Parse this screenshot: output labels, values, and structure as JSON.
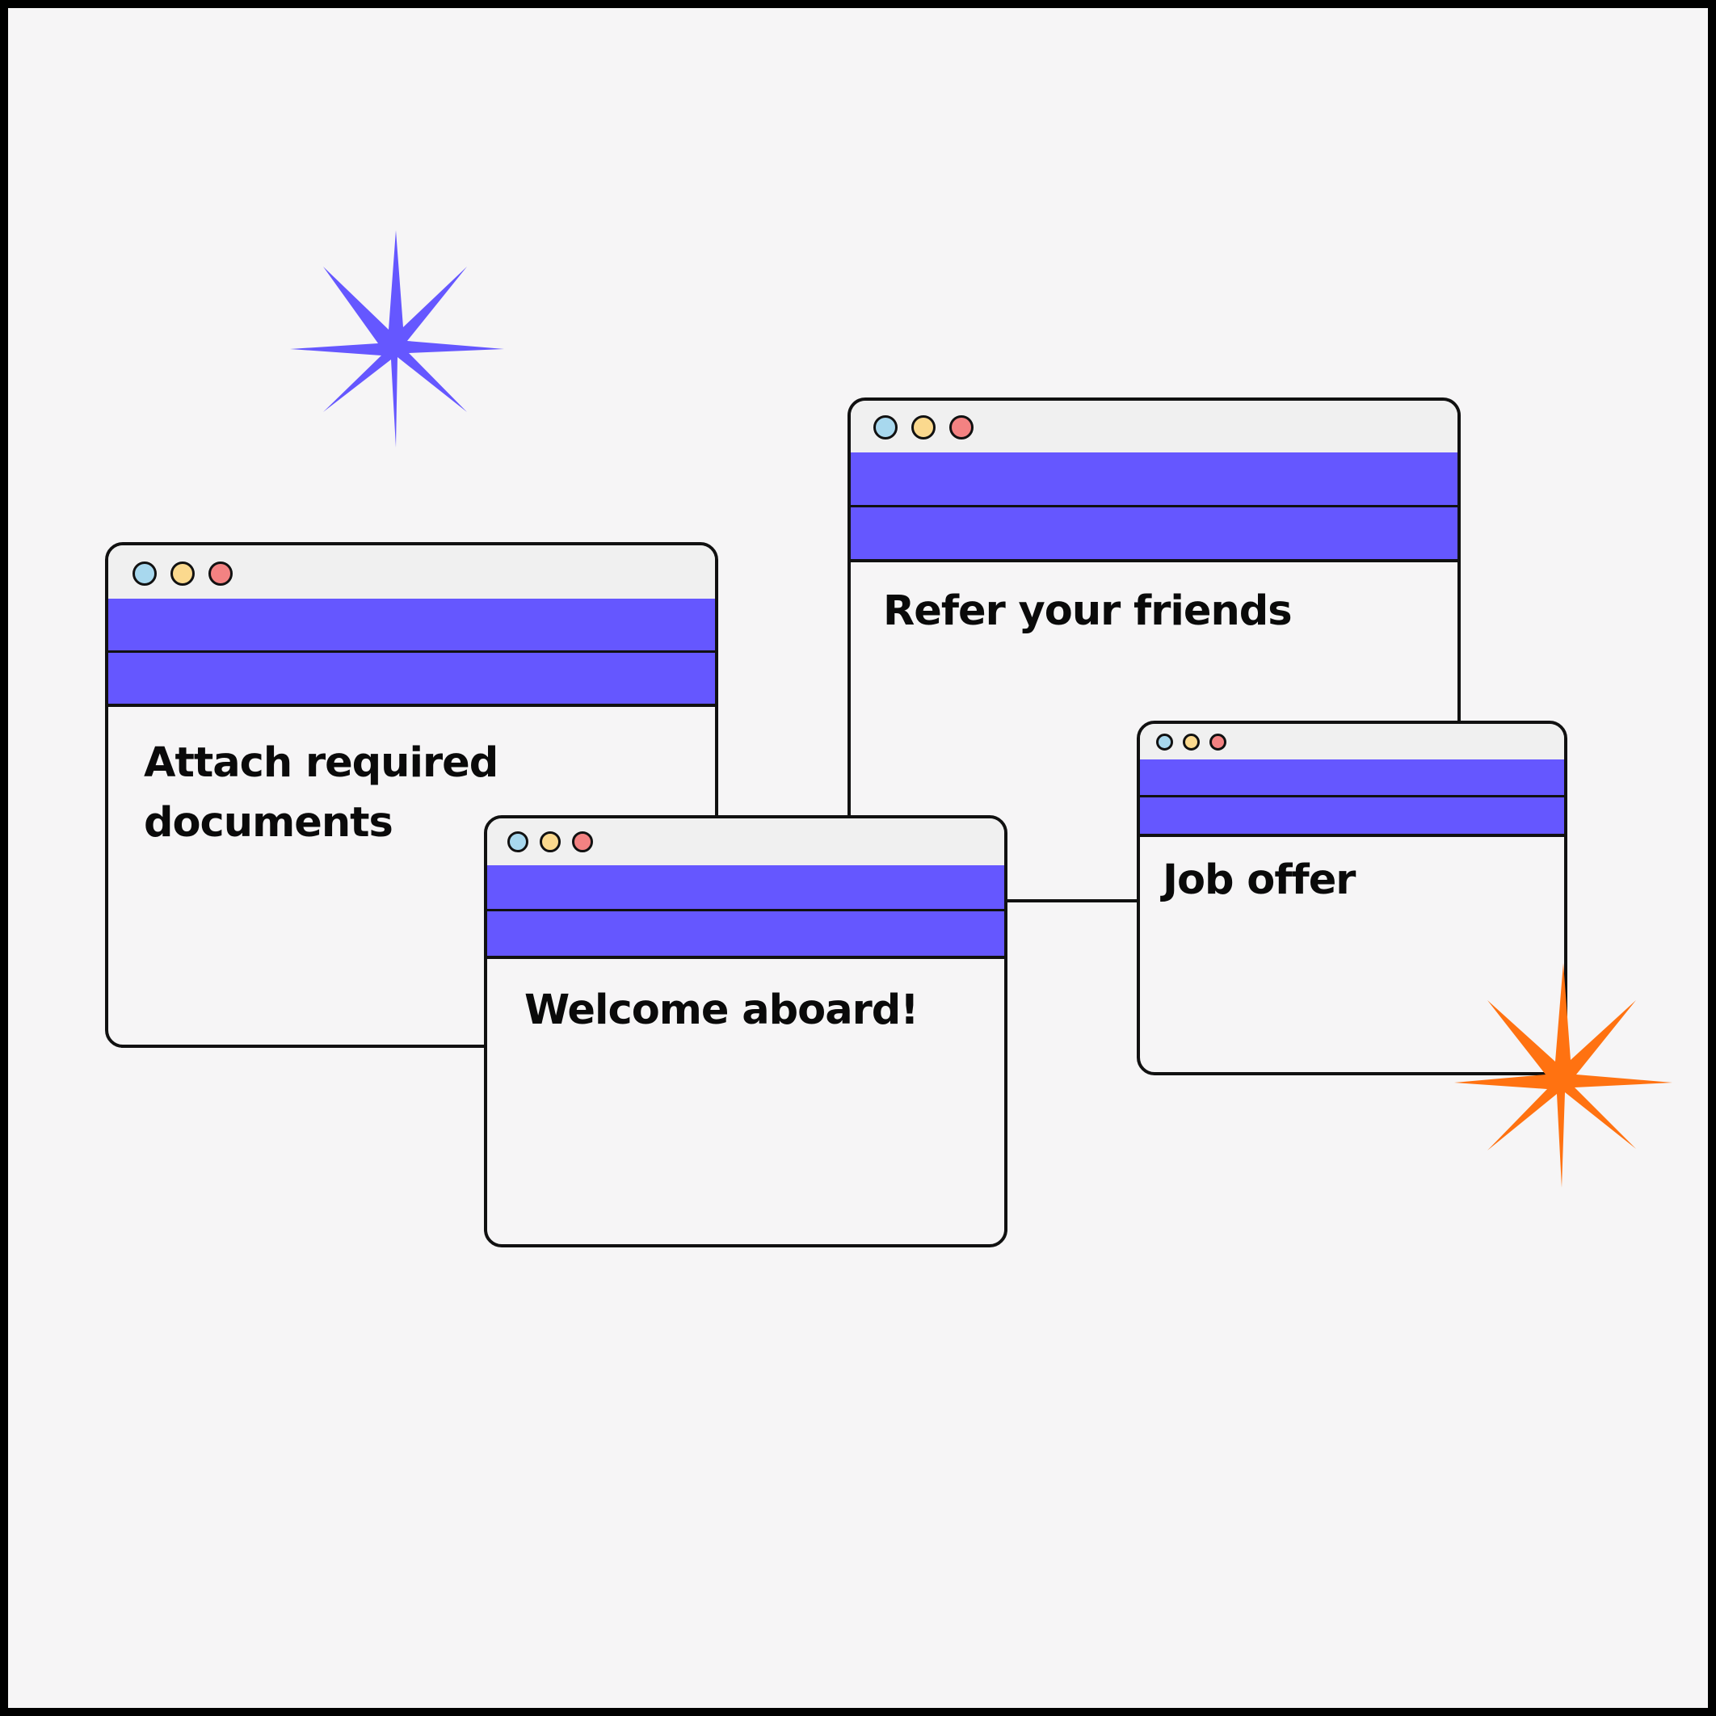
{
  "colors": {
    "accent": "#6557ff",
    "spark_orange": "#ff7211",
    "dot_blue": "#a8d8ee",
    "dot_yellow": "#fbd98e",
    "dot_red": "#f38282",
    "titlebar": "#f0f0f0",
    "background": "#f6f5f6",
    "stroke": "#111111"
  },
  "windows": {
    "attach": {
      "label_line1": "Attach required",
      "label_line2": "documents"
    },
    "refer": {
      "label": "Refer your friends"
    },
    "welcome": {
      "label": "Welcome aboard!"
    },
    "job": {
      "label": "Job offer"
    }
  },
  "icons": {
    "window_controls": [
      "circle-icon-blue",
      "circle-icon-yellow",
      "circle-icon-red"
    ],
    "decorations": [
      "purple-sparkle-icon",
      "orange-sparkle-icon"
    ]
  }
}
